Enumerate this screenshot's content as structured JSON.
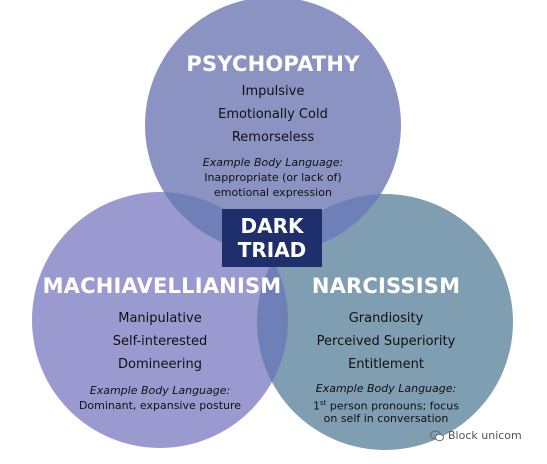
{
  "colors": {
    "psychopathy_fill": "#8a93c2",
    "machiavellianism_fill": "#9a9ad0",
    "narcissism_fill": "#7f9eb1",
    "overlap_fill": "#6f7fb7",
    "center_box": "#1f2f6b",
    "title_text": "#ffffff"
  },
  "psychopathy": {
    "title": "PSYCHOPATHY",
    "traits": [
      "Impulsive",
      "Emotionally Cold",
      "Remorseless"
    ],
    "example_label": "Example Body Language:",
    "example_text": [
      "Inappropriate (or lack of)",
      "emotional expression"
    ]
  },
  "machiavellianism": {
    "title": "MACHIAVELLIANISM",
    "traits": [
      "Manipulative",
      "Self-interested",
      "Domineering"
    ],
    "example_label": "Example Body Language:",
    "example_text": [
      "Dominant, expansive  posture"
    ]
  },
  "narcissism": {
    "title": "NARCISSISM",
    "traits": [
      "Grandiosity",
      "Perceived Superiority",
      "Entitlement"
    ],
    "example_label": "Example Body Language:",
    "example_text_line1_sup": "st",
    "example_text_line1_pre": "1",
    "example_text_line1_post": " person pronouns; focus",
    "example_text_line2": "on self in conversation"
  },
  "center": {
    "line1": "DARK",
    "line2": "TRIAD"
  },
  "watermark": {
    "icon": "wechat-icon",
    "text": "Block unicom"
  }
}
